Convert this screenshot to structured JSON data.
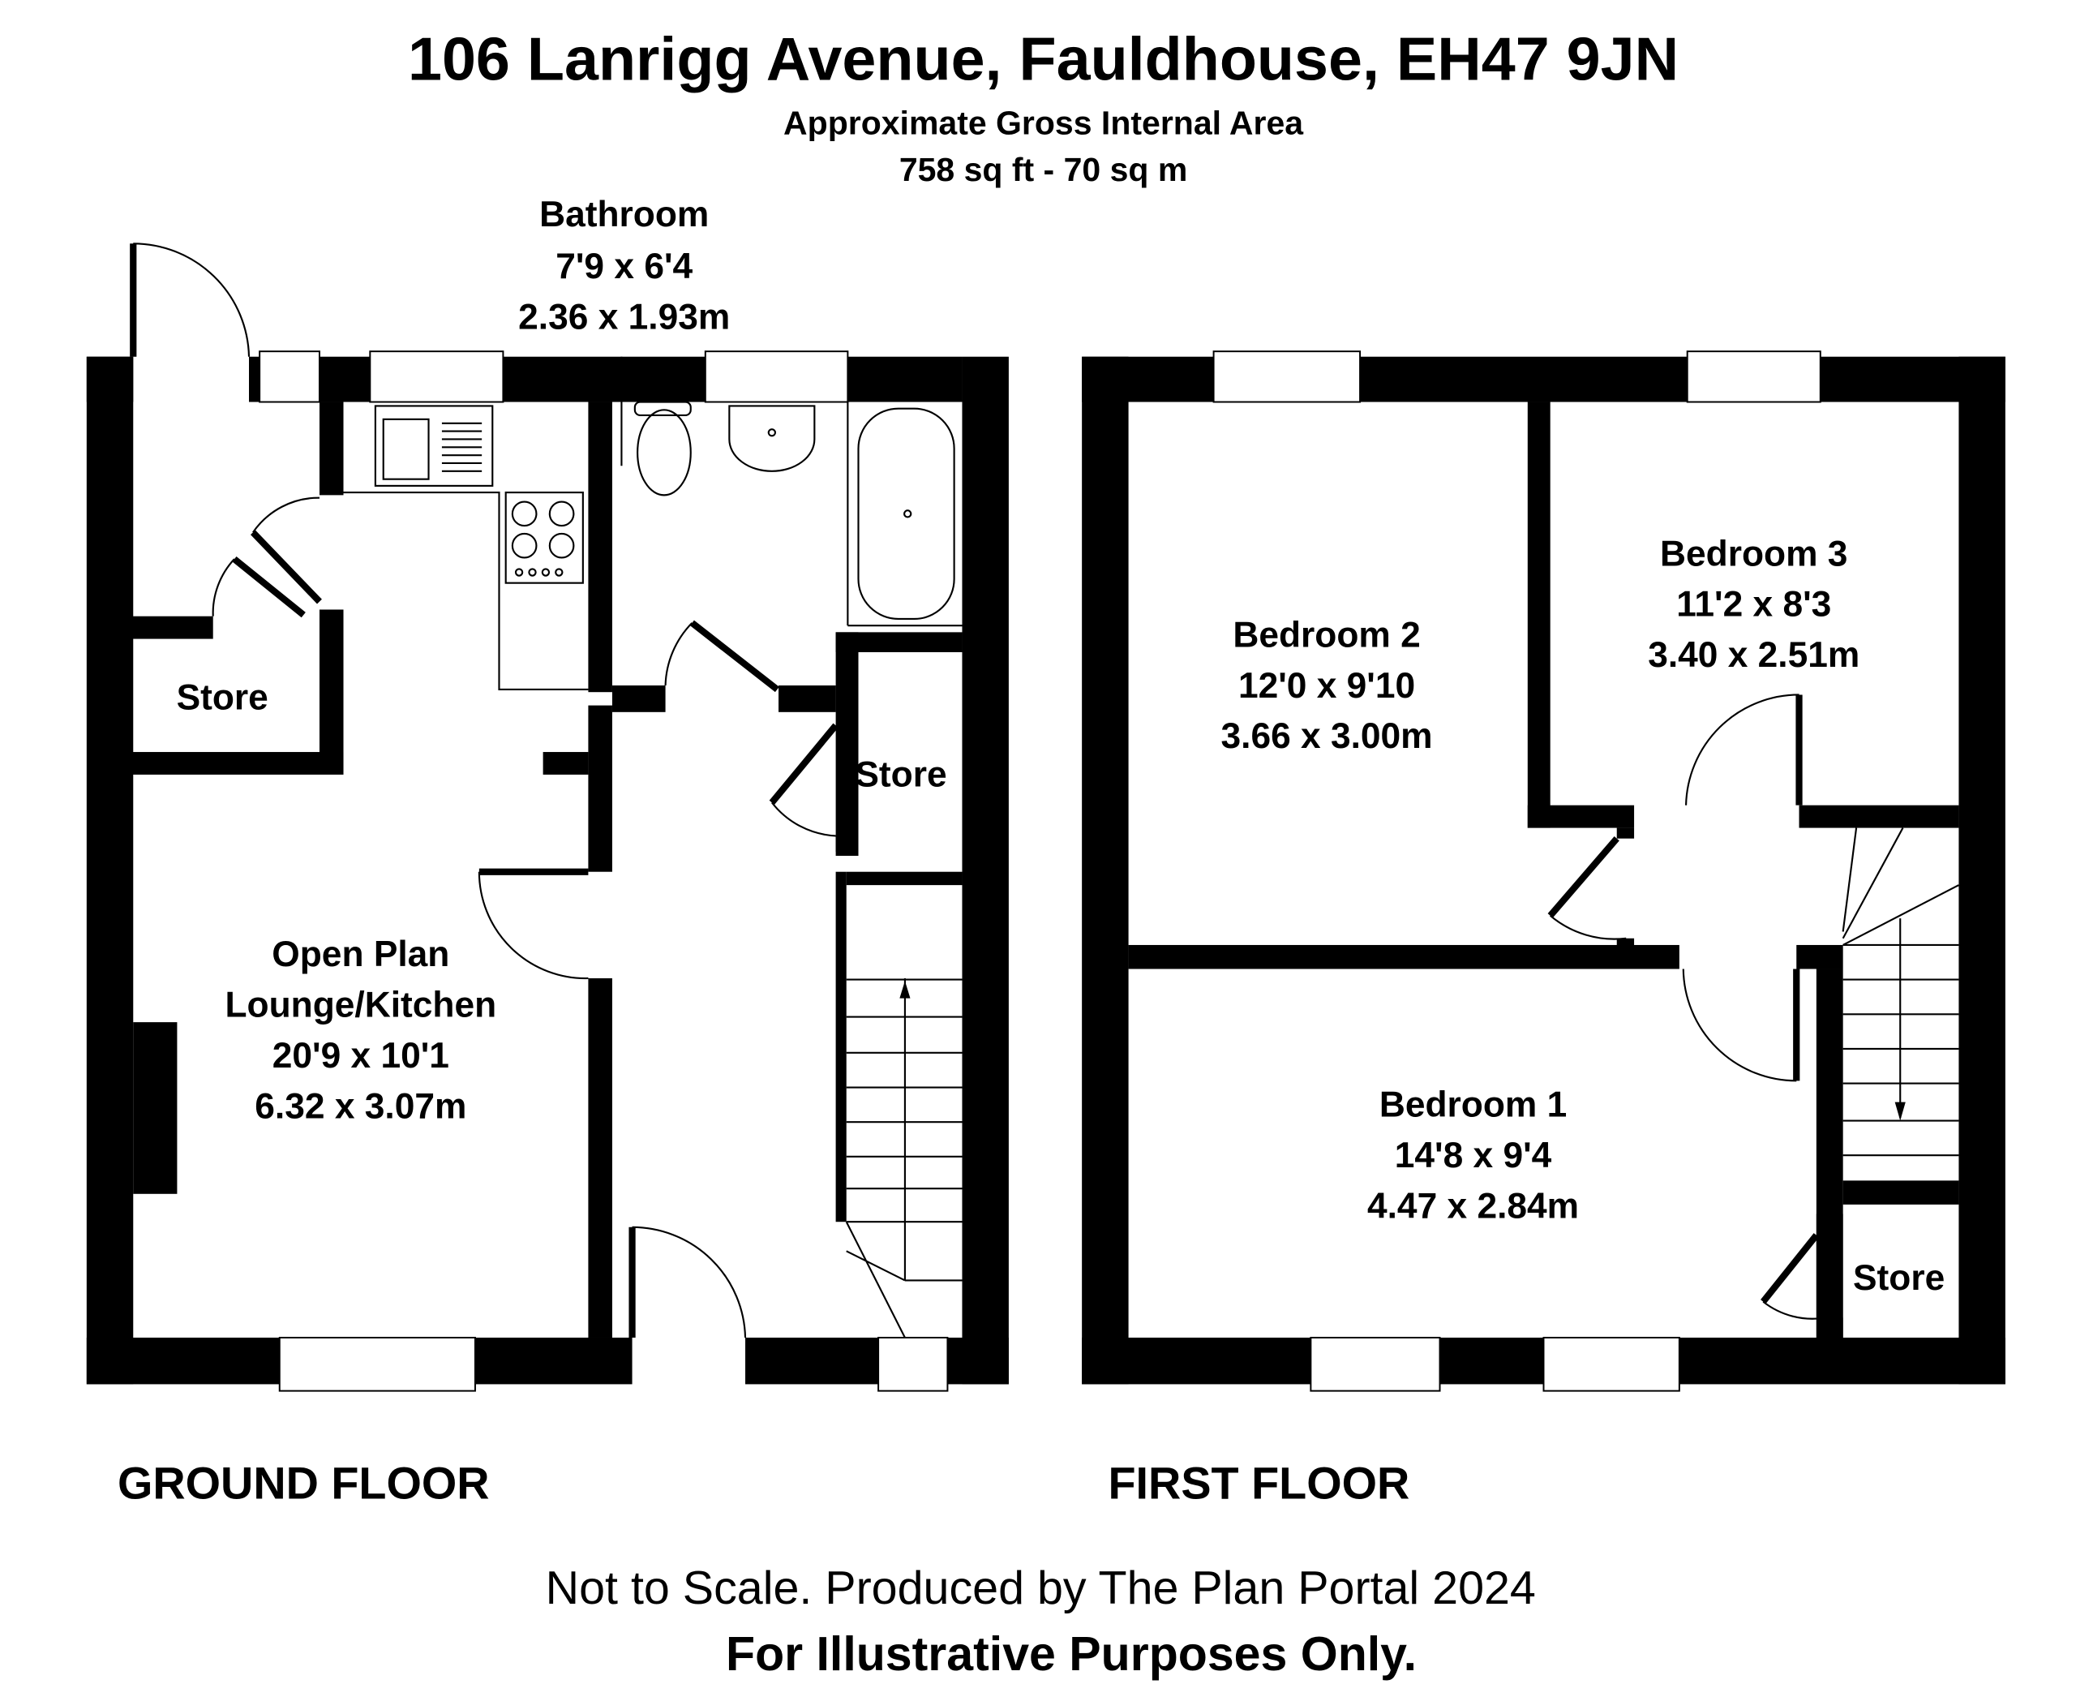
{
  "header": {
    "title": "106 Lanrigg Avenue, Fauldhouse, EH47 9JN",
    "area_label": "Approximate Gross Internal Area",
    "area_value": "758 sq ft - 70 sq m"
  },
  "ground_floor": {
    "label": "GROUND FLOOR",
    "rooms": [
      {
        "name": "Bathroom",
        "imperial": "7'9 x 6'4",
        "metric": "2.36 x 1.93m"
      },
      {
        "name": "Store"
      },
      {
        "name": "Store"
      },
      {
        "name": "Open Plan",
        "name2": "Lounge/Kitchen",
        "imperial": "20'9 x 10'1",
        "metric": "6.32 x 3.07m"
      }
    ]
  },
  "first_floor": {
    "label": "FIRST FLOOR",
    "rooms": [
      {
        "name": "Bedroom 2",
        "imperial": "12'0 x 9'10",
        "metric": "3.66 x 3.00m"
      },
      {
        "name": "Bedroom 3",
        "imperial": "11'2 x 8'3",
        "metric": "3.40 x 2.51m"
      },
      {
        "name": "Bedroom 1",
        "imperial": "14'8 x 9'4",
        "metric": "4.47 x 2.84m"
      },
      {
        "name": "Store"
      }
    ]
  },
  "footer": {
    "note": "Not to Scale. Produced by The Plan Portal 2024",
    "disclaimer": "For Illustrative Purposes Only."
  }
}
